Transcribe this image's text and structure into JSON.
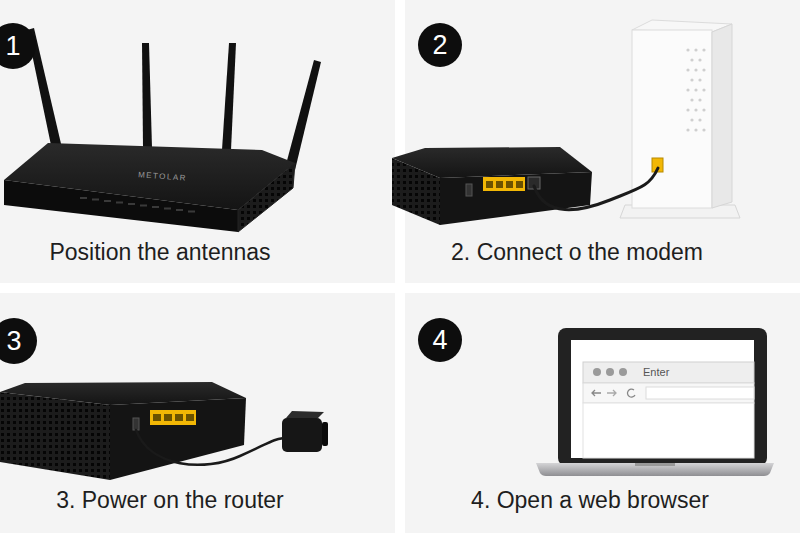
{
  "diagram": {
    "nodes": [
      {
        "text": [
          "Position the antennas"
        ]
      },
      {
        "text": [
          "1"
        ],
        "in": 0
      },
      {
        "text": [
          "2. Connect o the modem"
        ]
      },
      {
        "text": [
          "2"
        ],
        "in": 2
      },
      {
        "text": [
          "3. Power on the router"
        ]
      },
      {
        "text": [
          "3"
        ],
        "in": 4
      },
      {
        "text": [
          "4. Open a web browser"
        ]
      },
      {
        "text": [
          "4"
        ],
        "in": 6
      }
    ],
    "labels": [
      "METOLAR",
      "Enter"
    ]
  }
}
